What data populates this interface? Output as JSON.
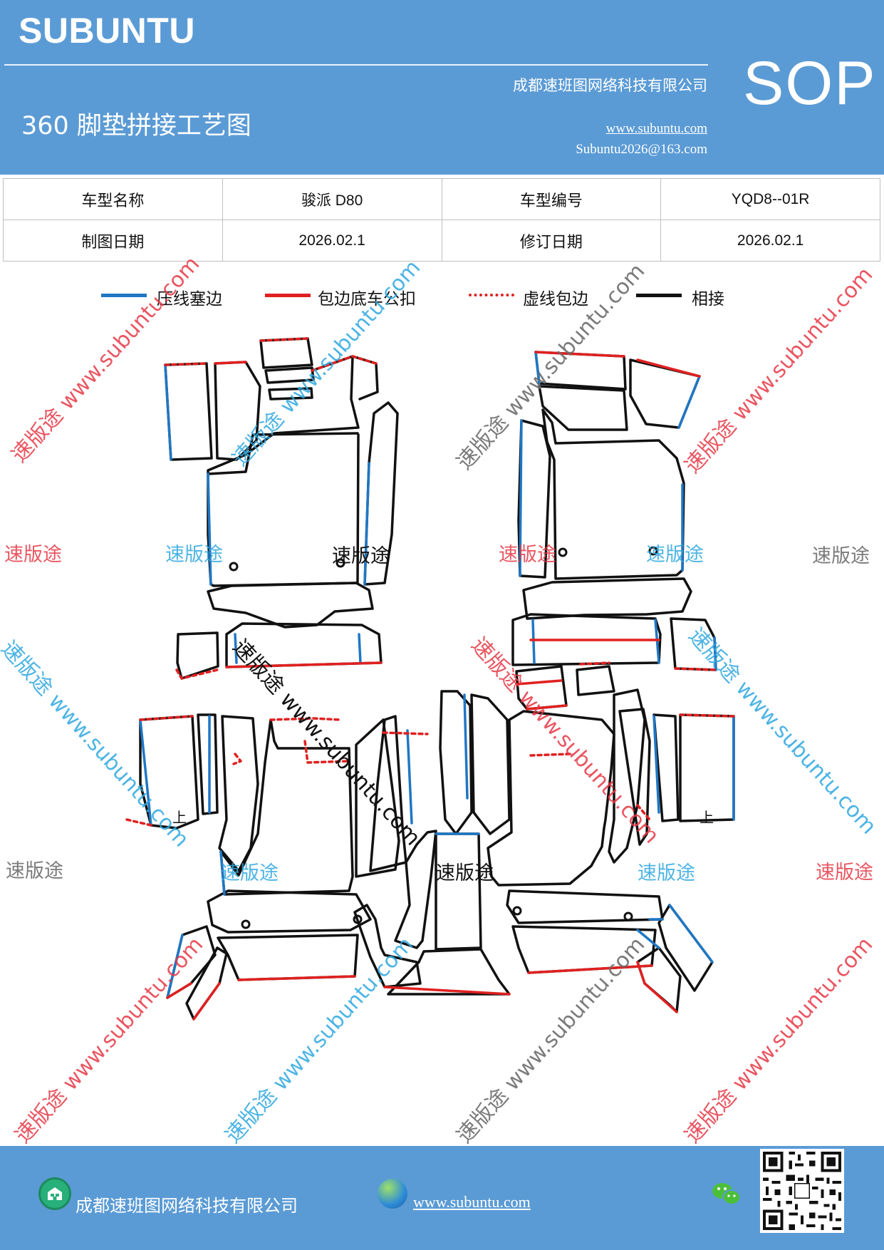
{
  "header": {
    "brand": "SUBUNTU",
    "company": "成都速班图网络科技有限公司",
    "title": "360 脚垫拼接工艺图",
    "website": "www.subuntu.com",
    "email": "Subuntu2026@163.com",
    "badge": "SOP"
  },
  "info_table": {
    "rows": [
      {
        "label1": "车型名称",
        "value1": "骏派 D80",
        "label2": "车型编号",
        "value2": "YQD8--01R"
      },
      {
        "label1": "制图日期",
        "value1": "2026.02.1",
        "label2": "修订日期",
        "value2": "2026.02.1"
      }
    ]
  },
  "legend": [
    {
      "label": "压线塞边",
      "color": "#1f77c4",
      "style": "solid"
    },
    {
      "label": "包边底车公扣",
      "color": "#e02020",
      "style": "solid"
    },
    {
      "label": "虚线包边",
      "color": "#e02020",
      "style": "dotted"
    },
    {
      "label": "相接",
      "color": "#111111",
      "style": "solid"
    }
  ],
  "diagram": {
    "marks": [
      "上",
      "上"
    ]
  },
  "watermarks": {
    "brand": "速版途",
    "url_text": "www.subuntu.com"
  },
  "footer": {
    "company": "成都速班图网络科技有限公司",
    "website": "www.subuntu.com"
  },
  "colors": {
    "header_bg": "#5b9bd5",
    "blue_edge": "#1f77c4",
    "red_edge": "#e02020",
    "black_edge": "#111111"
  }
}
